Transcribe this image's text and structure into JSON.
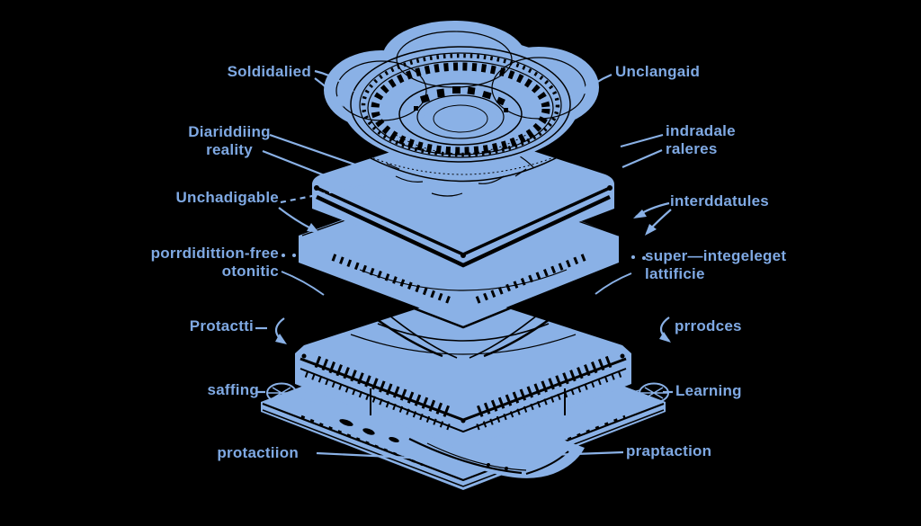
{
  "page": {
    "background": "#000000",
    "accent_blue": "#8ab1e6",
    "label_color": "#7fa9e3"
  },
  "diagram": {
    "illustration": "exploded-layered-device",
    "labels_left": [
      {
        "id": "soldidalied",
        "text": "Soldidalied"
      },
      {
        "id": "diariddiing-reality",
        "text": "Diariddiing\nreality"
      },
      {
        "id": "unchadigable",
        "text": "Unchadigable"
      },
      {
        "id": "porrdidittion-free",
        "text": "porrdidittion-free\notonitic"
      },
      {
        "id": "protactti",
        "text": "Protactti"
      },
      {
        "id": "saffing",
        "text": "saffing"
      },
      {
        "id": "protactiion",
        "text": "protactiion"
      }
    ],
    "labels_right": [
      {
        "id": "unclangaid",
        "text": "Unclangaid"
      },
      {
        "id": "indradale-raleres",
        "text": "indradale\nraleres"
      },
      {
        "id": "interddatules",
        "text": "interddatules"
      },
      {
        "id": "super-integeleget",
        "text": "super—integeleget\nlattificie"
      },
      {
        "id": "prrodces",
        "text": "prrodces"
      },
      {
        "id": "learning",
        "text": "Learning"
      },
      {
        "id": "praptaction",
        "text": "praptaction"
      }
    ]
  }
}
